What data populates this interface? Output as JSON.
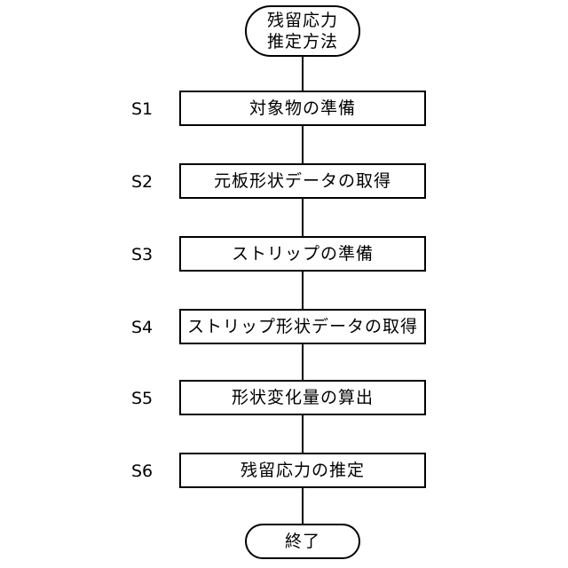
{
  "start": {
    "line1": "残留応力",
    "line2": "推定方法"
  },
  "steps": [
    {
      "id": "S1",
      "label": "対象物の準備"
    },
    {
      "id": "S2",
      "label": "元板形状データの取得"
    },
    {
      "id": "S3",
      "label": "ストリップの準備"
    },
    {
      "id": "S4",
      "label": "ストリップ形状データの取得"
    },
    {
      "id": "S5",
      "label": "形状変化量の算出"
    },
    {
      "id": "S6",
      "label": "残留応力の推定"
    }
  ],
  "end": {
    "label": "終了"
  }
}
